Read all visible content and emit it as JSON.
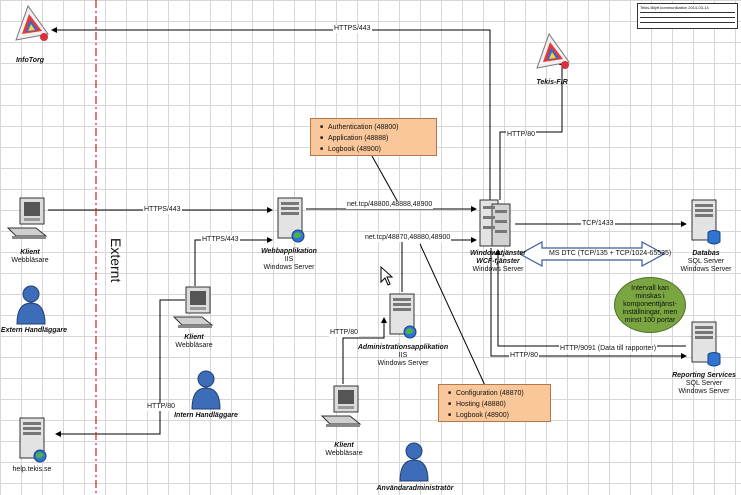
{
  "title_block": {
    "text": "Tekis-Bilyft kommunikation 2014-03-14"
  },
  "extern_label": "Externt",
  "nodes": {
    "infotorg": {
      "name": "InfoTorg"
    },
    "tekis_fir": {
      "name": "Tekis-FIR"
    },
    "klient_extern": {
      "name": "Klient",
      "sub": "Webbläsare"
    },
    "extern_handlaggare": {
      "name": "Extern Handläggare"
    },
    "webbapplikation": {
      "name": "Webbapplikation",
      "sub1": "IIS",
      "sub2": "Windows Server"
    },
    "windowstjanster": {
      "name1": "Windowstjänster",
      "name2": "WCF-tjänster",
      "sub": "Windows Server"
    },
    "databas": {
      "name": "Databas",
      "sub1": "SQL Server",
      "sub2": "Windows Server"
    },
    "klient_intern": {
      "name": "Klient",
      "sub": "Webbläsare"
    },
    "intern_handlaggare": {
      "name": "Intern Handläggare"
    },
    "administrationsapplikation": {
      "name": "Administrationsapplikation",
      "sub1": "IIS",
      "sub2": "Windows Server"
    },
    "reporting": {
      "name": "Reporting Services",
      "sub1": "SQL Server",
      "sub2": "Windows Server"
    },
    "help": {
      "name": "help.tekis.se"
    },
    "klient_admin": {
      "name": "Klient",
      "sub": "Webbläsare"
    },
    "anvandaradministrator": {
      "name": "Användaradministratör"
    }
  },
  "edges": {
    "infotorg": "HTTPS/443",
    "tekis_fir": "HTTP/80",
    "extern_web": "HTTPS/443",
    "intern_web": "HTTPS/443",
    "web_wcf": "net.tcp/48800,48888,48900",
    "admin_wcf": "net.tcp/48870,48880,48900",
    "wcf_db": "TCP/1433",
    "msdtc": "MS DTC (TCP/135 + TCP/1024-65535)",
    "report_http": "HTTP/80",
    "report_9091": "HTTP/9091 (Data till rapporter)",
    "admin_http": "HTTP/80",
    "help_http": "HTTP/80"
  },
  "box_web": [
    "Authentication (48800)",
    "Application (48888)",
    "Logbook (48900)"
  ],
  "box_admin": [
    "Configuration (48870)",
    "Hosting (48880)",
    "Logbook (48900)"
  ],
  "note_ports": "Intervall kan minskas i komponenttjänst-inställningar, men minst 100 portar"
}
